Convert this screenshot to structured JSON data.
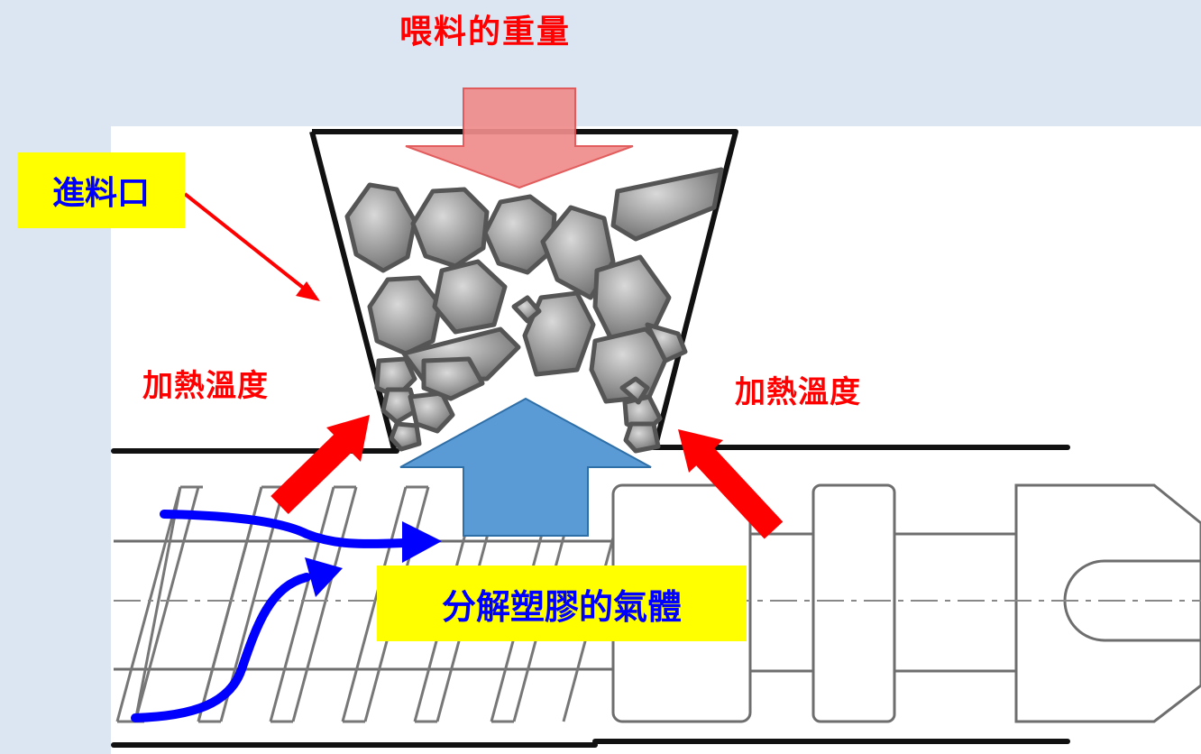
{
  "labels": {
    "feed_weight": "喂料的重量",
    "feed_inlet": "進料口",
    "heating_temp_left": "加熱溫度",
    "heating_temp_right": "加熱溫度",
    "decomposed_gas": "分解塑膠的氣體"
  },
  "colors": {
    "background": "#dce6f2",
    "heat_arrow": "#ff0000",
    "weight_arrow": "#f08c8c",
    "gas_arrow": "#5b9bd5",
    "flow_arrow": "#0000ff",
    "label_box": "#ffff00"
  }
}
